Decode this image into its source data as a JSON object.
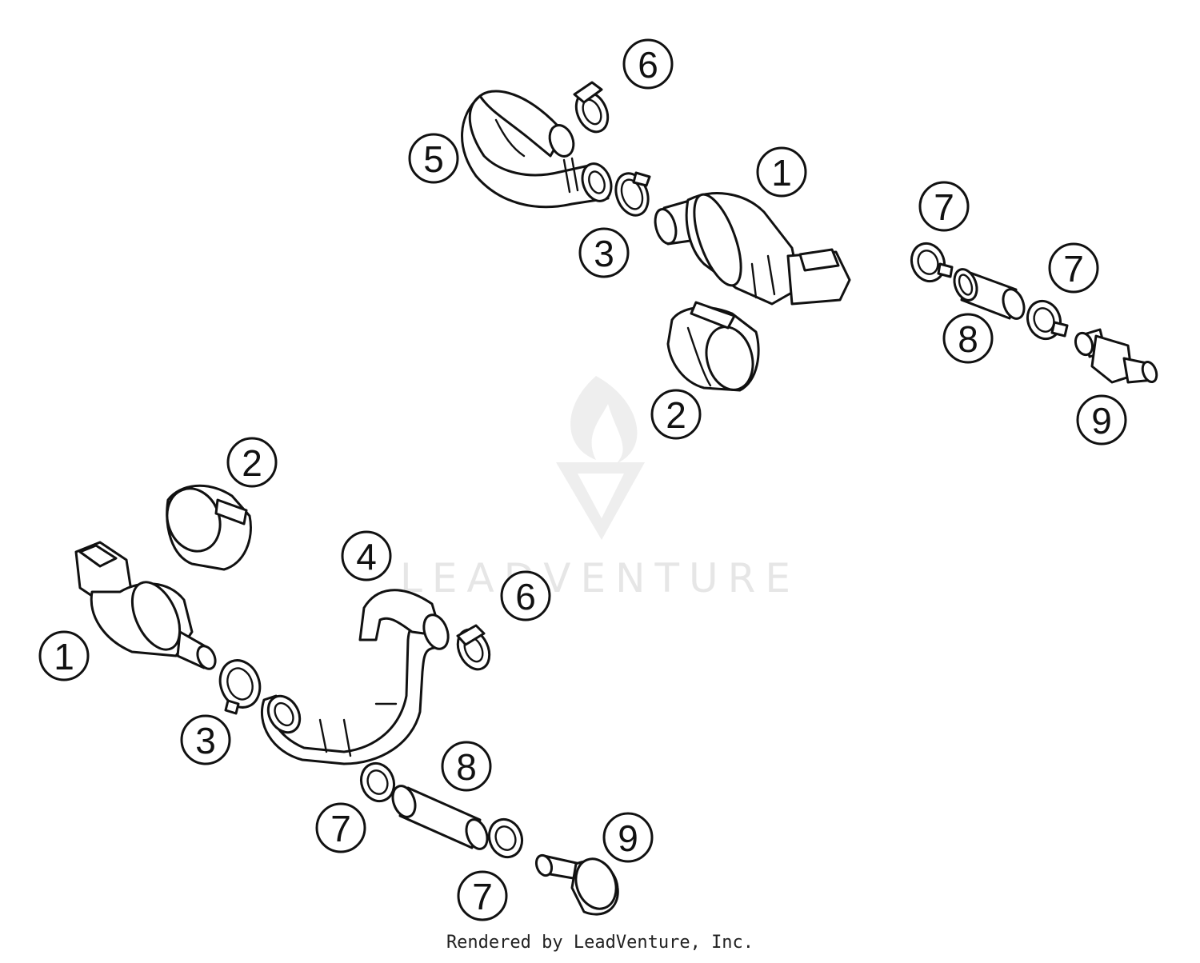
{
  "watermark": {
    "text": "LEADVENTURE"
  },
  "footer": {
    "text": "Rendered by LeadVenture, Inc."
  },
  "callouts": {
    "c1": "6",
    "c2": "5",
    "c3": "1",
    "c4": "3",
    "c5": "2",
    "c6": "7",
    "c7": "7",
    "c8": "8",
    "c9": "9",
    "c10": "2",
    "c11": "4",
    "c12": "6",
    "c13": "1",
    "c14": "3",
    "c15": "8",
    "c16": "7",
    "c17": "9",
    "c18": "7"
  },
  "colors": {
    "line": "#111111",
    "watermark": "#e6e6e6"
  }
}
